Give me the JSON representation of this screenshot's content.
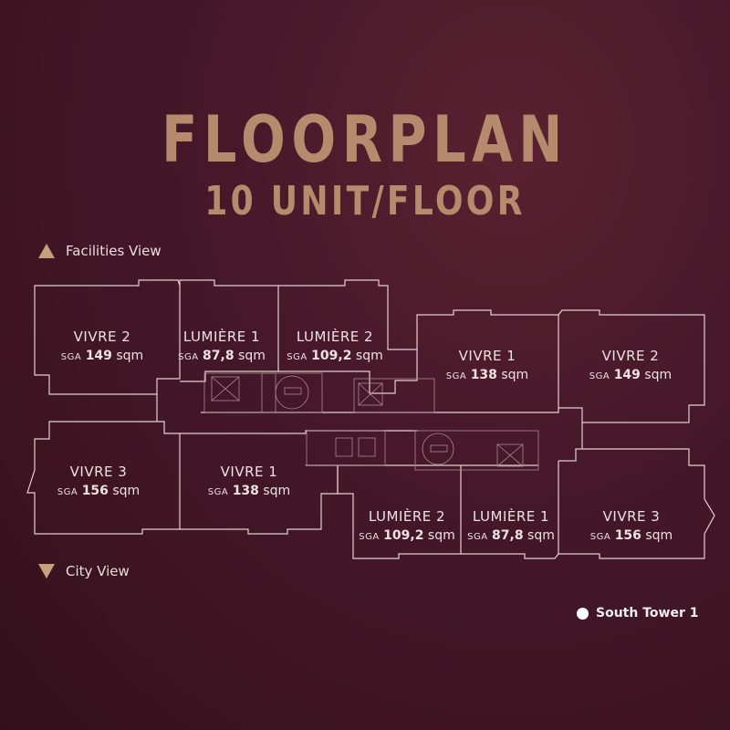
{
  "title": "FLOORPLAN",
  "subtitle": "10 UNIT/FLOOR",
  "views": {
    "top": "Facilities View",
    "bottom": "City View"
  },
  "legend": "South Tower 1",
  "units": [
    {
      "name": "VIVRE 2",
      "prefix": "SGA",
      "area": "149",
      "unit": "sqm"
    },
    {
      "name": "LUMIÈRE 1",
      "prefix": "SGA",
      "area": "87,8",
      "unit": "sqm"
    },
    {
      "name": "LUMIÈRE 2",
      "prefix": "SGA",
      "area": "109,2",
      "unit": "sqm"
    },
    {
      "name": "VIVRE 1",
      "prefix": "SGA",
      "area": "138",
      "unit": "sqm"
    },
    {
      "name": "VIVRE 2",
      "prefix": "SGA",
      "area": "149",
      "unit": "sqm"
    },
    {
      "name": "VIVRE 3",
      "prefix": "SGA",
      "area": "156",
      "unit": "sqm"
    },
    {
      "name": "VIVRE 1",
      "prefix": "SGA",
      "area": "138",
      "unit": "sqm"
    },
    {
      "name": "LUMIÈRE 2",
      "prefix": "SGA",
      "area": "109,2",
      "unit": "sqm"
    },
    {
      "name": "LUMIÈRE 1",
      "prefix": "SGA",
      "area": "87,8",
      "unit": "sqm"
    },
    {
      "name": "VIVRE 3",
      "prefix": "SGA",
      "area": "156",
      "unit": "sqm"
    }
  ],
  "colors": {
    "title": "#b68a6c",
    "line": "#e3cfcf",
    "marker": "#c9a07f"
  }
}
